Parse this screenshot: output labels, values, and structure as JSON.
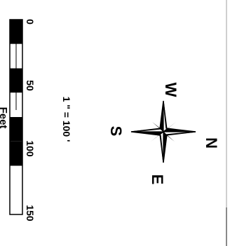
{
  "scale_bar": {
    "ticks": [
      "0",
      "50",
      "100",
      "150"
    ],
    "units": "Feet",
    "ratio": "1 \" = 100 '",
    "segment_pattern": [
      "black",
      "white",
      "black",
      "white",
      "black",
      "black",
      "white",
      "white"
    ]
  },
  "north_arrow": {
    "n": "N",
    "s": "S",
    "e": "E",
    "w": "W"
  },
  "colors": {
    "ink": "#000000",
    "paper": "#ffffff",
    "frame": "#cfcfcf"
  }
}
